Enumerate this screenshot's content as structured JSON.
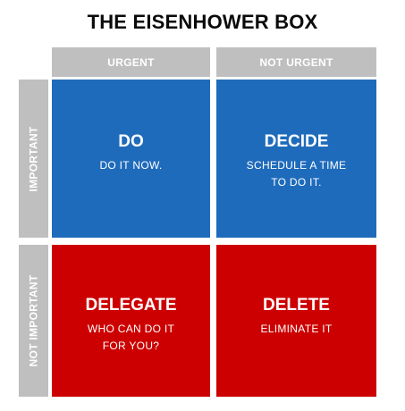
{
  "title": "THE EISENHOWER BOX",
  "columns": {
    "urgent": "URGENT",
    "not_urgent": "NOT URGENT"
  },
  "rows": {
    "important": "IMPORTANT",
    "not_important": "NOT IMPORTANT"
  },
  "quadrants": {
    "do": {
      "title": "DO",
      "subtitle": "DO IT NOW."
    },
    "decide": {
      "title": "DECIDE",
      "subtitle": "SCHEDULE A TIME\nTO DO IT."
    },
    "delegate": {
      "title": "DELEGATE",
      "subtitle": "WHO CAN DO IT\nFOR YOU?"
    },
    "delete": {
      "title": "DELETE",
      "subtitle": "ELIMINATE IT"
    }
  },
  "colors": {
    "header_gray": "#bfbfbf",
    "blue": "#1f6bbb",
    "red": "#cc0000"
  }
}
